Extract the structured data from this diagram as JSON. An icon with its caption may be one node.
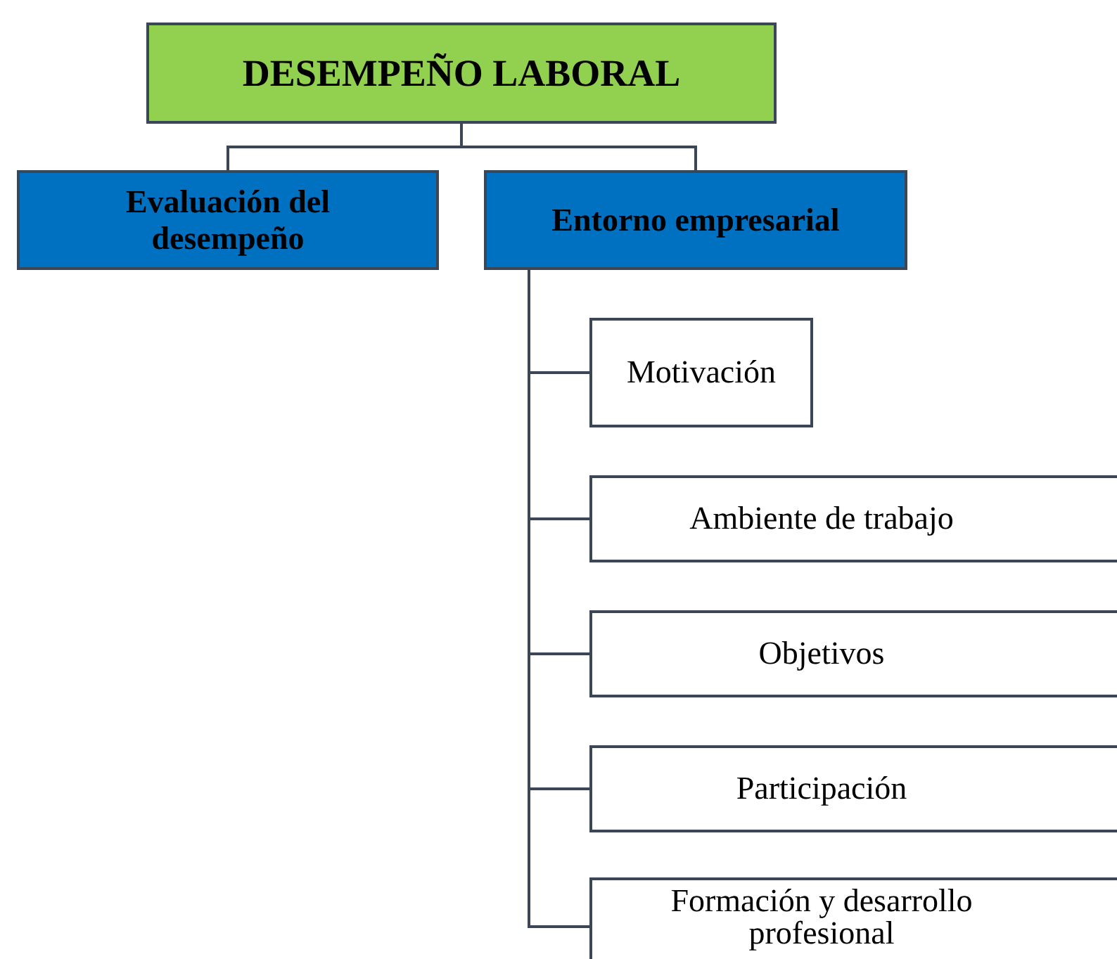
{
  "diagram": {
    "nodes": [
      {
        "text": [
          "DESEMPEÑO LABORAL"
        ]
      },
      {
        "text": [
          "Evaluación del desempeño"
        ]
      },
      {
        "text": [
          "Entorno empresarial"
        ]
      },
      {
        "text": [
          "Motivación"
        ]
      },
      {
        "text": [
          "Ambiente de trabajo"
        ]
      },
      {
        "text": [
          "Objetivos"
        ]
      },
      {
        "text": [
          "Participación"
        ]
      },
      {
        "text": [
          "Formación y desarrollo profesional"
        ]
      }
    ],
    "edges": [
      {
        "from": 0,
        "to": 1,
        "arrow": "none"
      },
      {
        "from": 0,
        "to": 2,
        "arrow": "none"
      },
      {
        "from": 2,
        "to": 3,
        "arrow": "none"
      },
      {
        "from": 2,
        "to": 4,
        "arrow": "none"
      },
      {
        "from": 2,
        "to": 5,
        "arrow": "none"
      },
      {
        "from": 2,
        "to": 6,
        "arrow": "none"
      },
      {
        "from": 2,
        "to": 7,
        "arrow": "none"
      }
    ]
  }
}
